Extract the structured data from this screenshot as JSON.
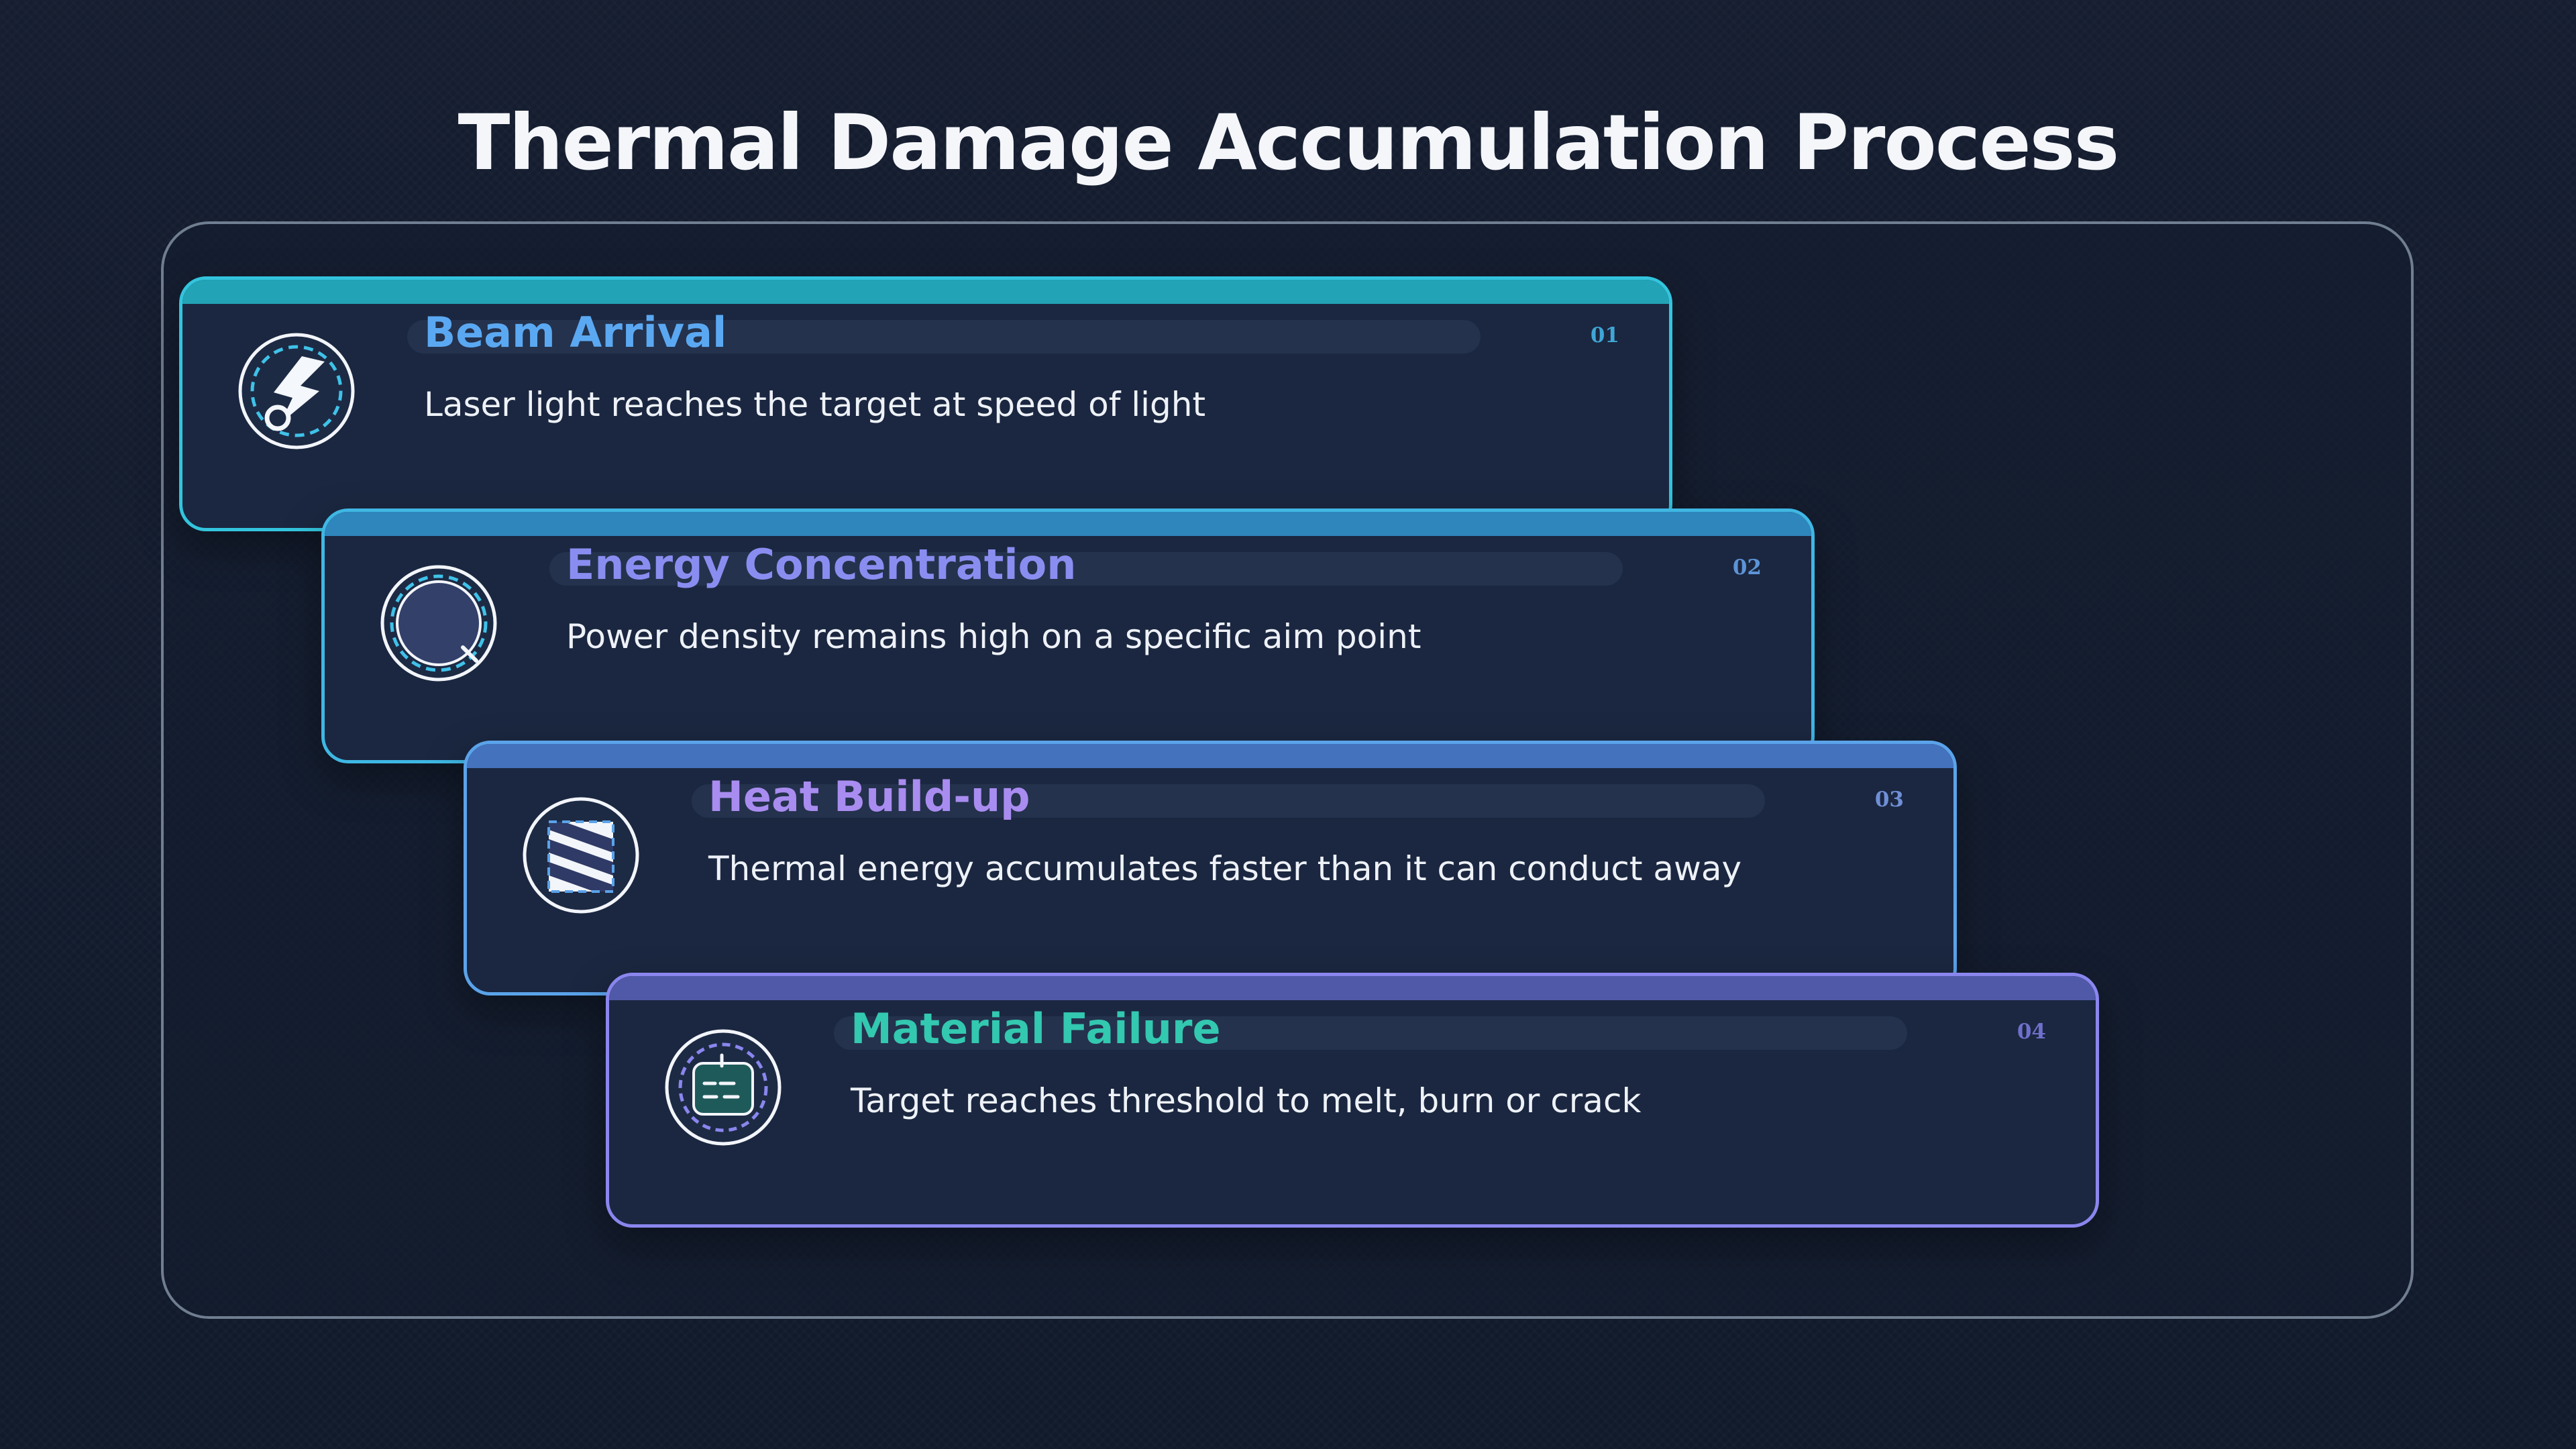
{
  "title": "Thermal Damage Accumulation Process",
  "steps": [
    {
      "number": "01",
      "title": "Beam Arrival",
      "description": "Laser light reaches the target at speed of light",
      "icon": "lightning-icon",
      "colors": {
        "border": "#33c4dd",
        "bar": "#22a3b6",
        "title": "#5ba8f2",
        "number": "#3fa6d6"
      }
    },
    {
      "number": "02",
      "title": "Energy Concentration",
      "description": "Power density remains high on a specific aim point",
      "icon": "target-circle-icon",
      "colors": {
        "border": "#3fb7e3",
        "bar": "#2e86bd",
        "title": "#8a8df0",
        "number": "#5d94d8"
      }
    },
    {
      "number": "03",
      "title": "Heat Build-up",
      "description": "Thermal energy accumulates faster than it can conduct away",
      "icon": "heat-stripes-icon",
      "colors": {
        "border": "#5aa3ea",
        "bar": "#4472bd",
        "title": "#a98cf0",
        "number": "#6f8fd6"
      }
    },
    {
      "number": "04",
      "title": "Material Failure",
      "description": "Target reaches threshold to melt, burn or crack",
      "icon": "cracked-material-icon",
      "colors": {
        "border": "#8a86ee",
        "bar": "#5058a8",
        "title": "#33c8b0",
        "number": "#6f70cc"
      }
    }
  ]
}
